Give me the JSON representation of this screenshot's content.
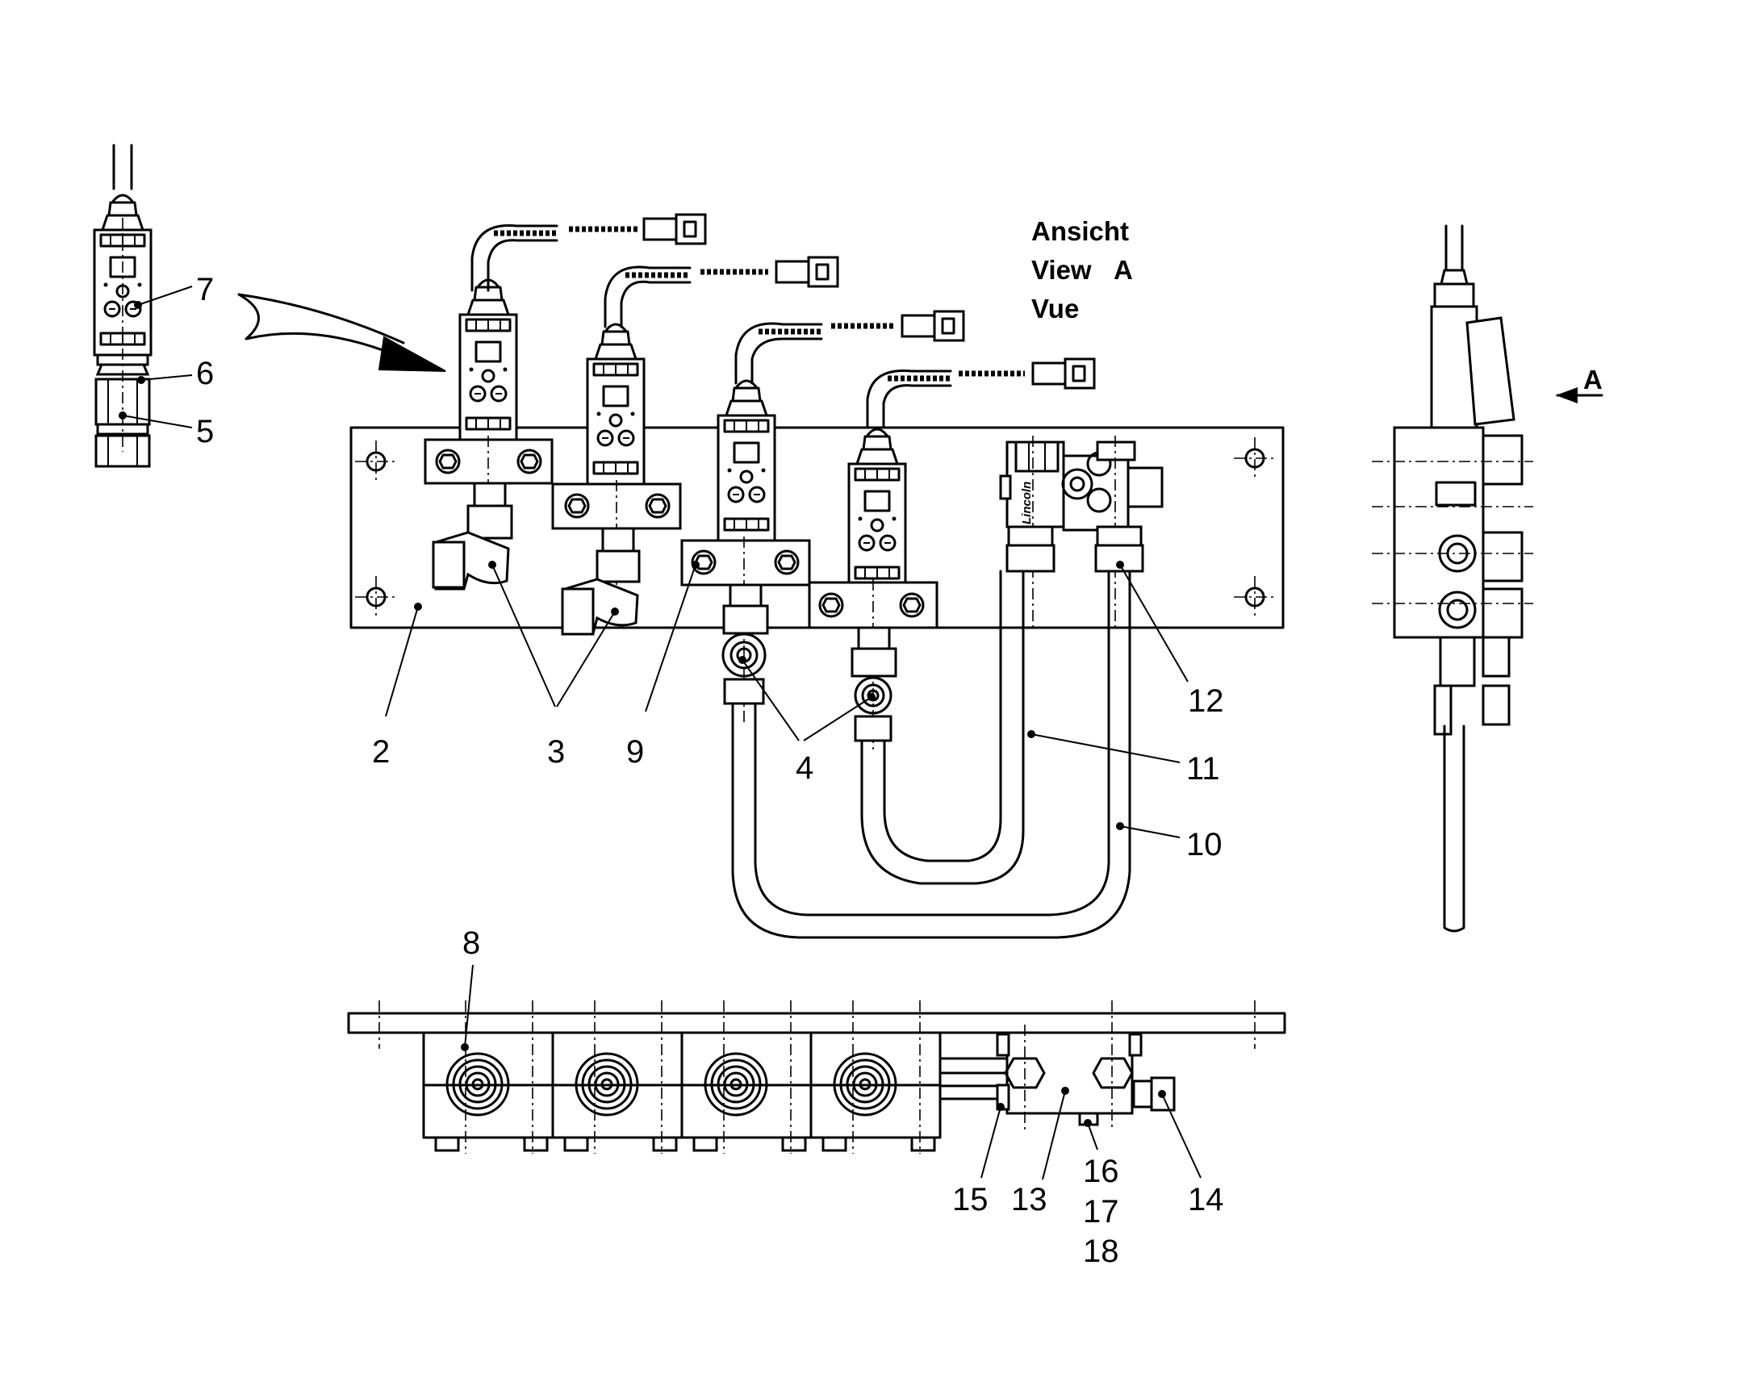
{
  "view_label": {
    "line1": "Ansicht",
    "line2": "View",
    "line3": "Vue",
    "letter": "A"
  },
  "side_view_arrow_letter": "A",
  "brand_mark": "Lincoln",
  "callouts": {
    "c2": "2",
    "c3": "3",
    "c4": "4",
    "c5": "5",
    "c6": "6",
    "c7": "7",
    "c8": "8",
    "c9": "9",
    "c10": "10",
    "c11": "11",
    "c12": "12",
    "c13": "13",
    "c14": "14",
    "c15": "15",
    "c16": "16",
    "c17": "17",
    "c18": "18"
  }
}
